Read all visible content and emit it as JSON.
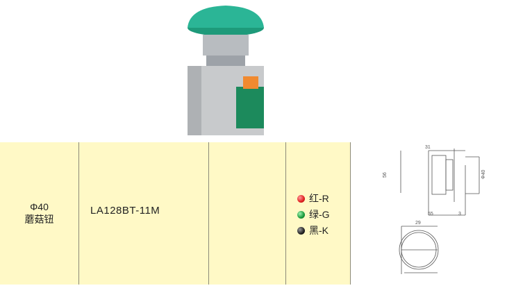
{
  "product": {
    "size": "Φ40",
    "type": "蘑菇钮",
    "model": "LA128BT-11M",
    "col3": "",
    "colors": [
      {
        "label": "红-R",
        "color": "#e02020"
      },
      {
        "label": "绿-G",
        "color": "#1a9a3a"
      },
      {
        "label": "黑-K",
        "color": "#222222"
      }
    ]
  },
  "drawing": {
    "dims": {
      "top": "31",
      "height": "56",
      "length": "55",
      "gap": "3",
      "diameter": "Φ40",
      "width": "29"
    }
  }
}
